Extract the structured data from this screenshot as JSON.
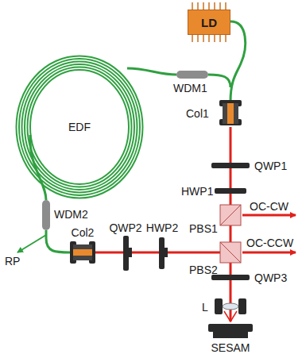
{
  "diagram": {
    "nodes": [
      {
        "text": [
          "LD"
        ]
      }
    ],
    "labels": [
      "WDM1",
      "EDF",
      "WDM2",
      "RP",
      "Col1",
      "QWP1",
      "HWP1",
      "PBS1",
      "OC-CW",
      "PBS2",
      "OC-CCW",
      "QWP3",
      "L",
      "SESAM",
      "Col2",
      "QWP2",
      "HWP2"
    ]
  }
}
